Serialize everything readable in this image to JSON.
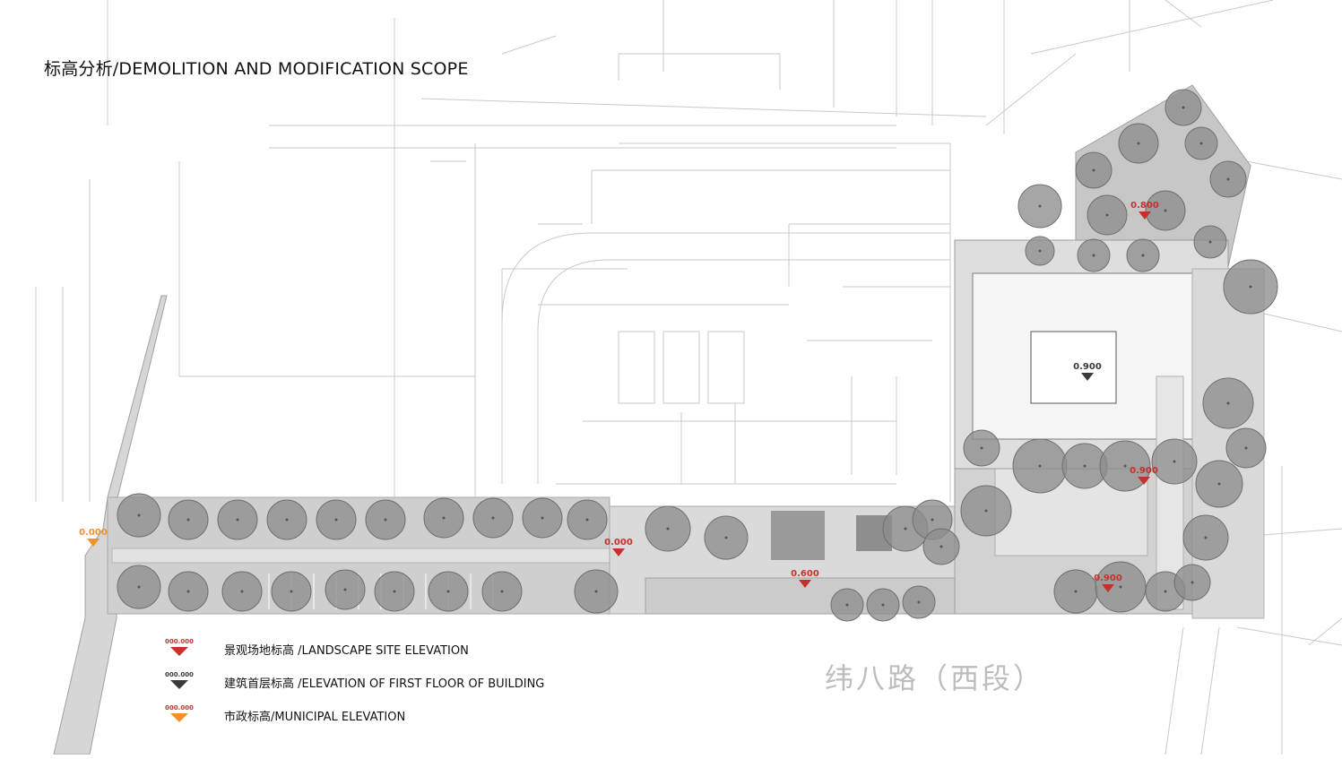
{
  "title": "标高分析/DEMOLITION AND MODIFICATION SCOPE",
  "road_name": "纬八路（西段）",
  "colors": {
    "landscape": "#c8312b",
    "building": "#3a3a3a",
    "municipal": "#f0922b"
  },
  "legend": [
    {
      "marker_value": "000.000",
      "type": "landscape",
      "label": "景观场地标高 /LANDSCAPE SITE ELEVATION"
    },
    {
      "marker_value": "000.000",
      "type": "building",
      "label": "建筑首层标高 /ELEVATION OF FIRST FLOOR OF BUILDING"
    },
    {
      "marker_value": "000.000",
      "type": "municipal",
      "label": "市政标高/MUNICIPAL ELEVATION"
    }
  ],
  "elevations": [
    {
      "value": "0.000",
      "type": "municipal"
    },
    {
      "value": "0.000",
      "type": "landscape"
    },
    {
      "value": "0.600",
      "type": "landscape"
    },
    {
      "value": "0.900",
      "type": "building"
    },
    {
      "value": "0.800",
      "type": "landscape"
    },
    {
      "value": "0.900",
      "type": "landscape"
    },
    {
      "value": "0.900",
      "type": "landscape"
    }
  ]
}
